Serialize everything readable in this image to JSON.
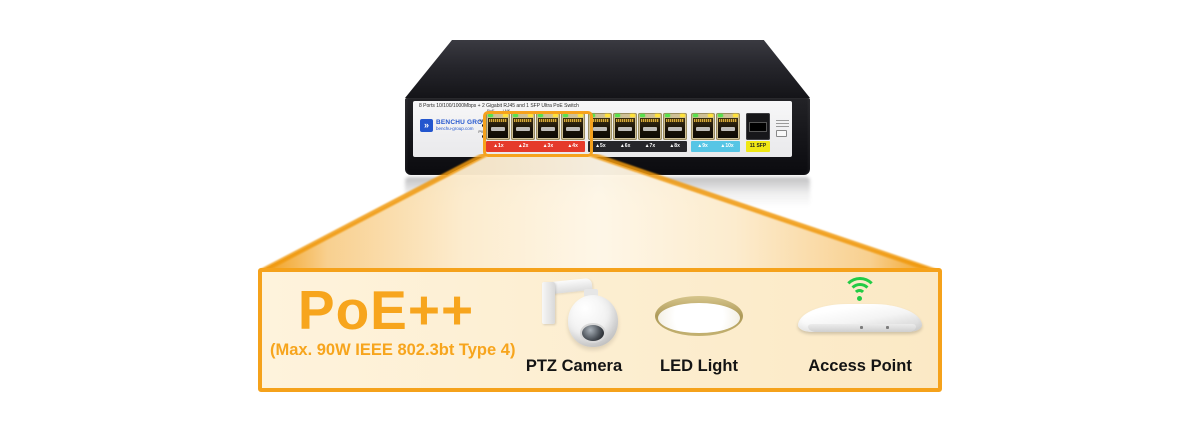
{
  "switch": {
    "panel_title": "8 Ports 10/100/1000Mbps + 2 Gigabit RJ45 and 1 SFP Ultra PoE Switch",
    "brand": "BENCHU GROUP",
    "brand_logo_glyph": "»",
    "website": "benchu-group.com",
    "led_labels": [
      "SFP",
      "PWR"
    ],
    "port_header_labels": [
      "PoE",
      "LNK"
    ],
    "poe_group1_labels": [
      "▲1x",
      "▲2x",
      "▲3x",
      "▲4x"
    ],
    "poe_group2_labels": [
      "▲5x",
      "▲6x",
      "▲7x",
      "▲8x"
    ],
    "uplink_labels": [
      "▲9x",
      "▲10x"
    ],
    "sfp_label": "11 SFP"
  },
  "callout": {
    "title": "PoE++",
    "subtitle": "(Max. 90W IEEE 802.3bt Type 4)",
    "devices": [
      {
        "name": "PTZ Camera"
      },
      {
        "name": "LED Light"
      },
      {
        "name": "Access Point"
      }
    ]
  },
  "colors": {
    "accent_orange": "#F5A21B",
    "callout_background": "#FBE9C5",
    "poe_band_red": "#E53A2B",
    "band_dark": "#26262A",
    "uplink_band_cyan": "#56C5E5",
    "sfp_band_yellow": "#F0E714",
    "wifi_green": "#22CB45",
    "brand_blue": "#2356CE"
  }
}
